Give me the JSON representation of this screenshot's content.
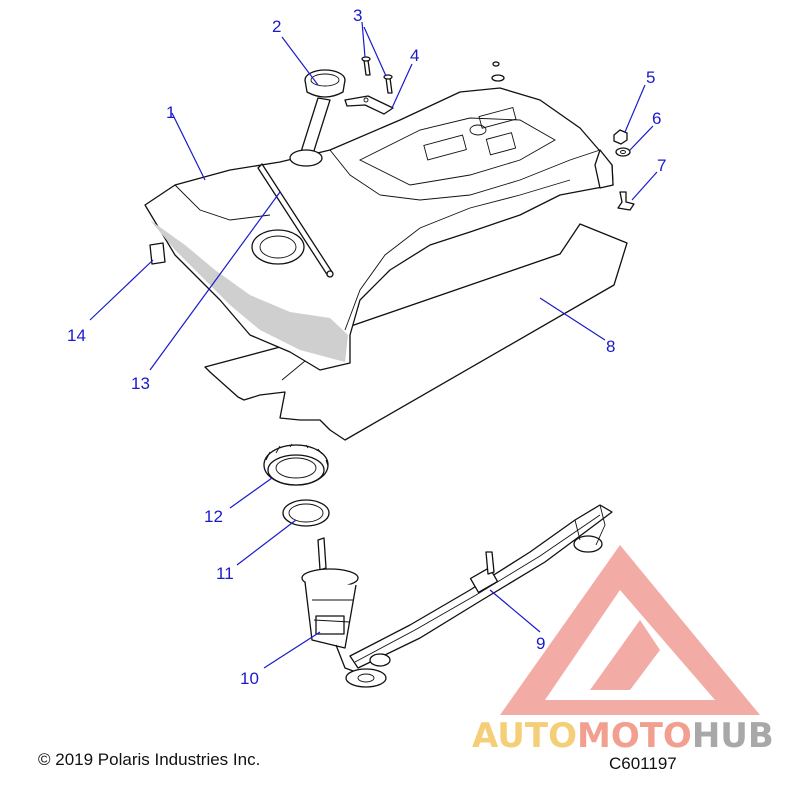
{
  "callouts": [
    "1",
    "2",
    "3",
    "4",
    "5",
    "6",
    "7",
    "8",
    "9",
    "10",
    "11",
    "12",
    "13",
    "14"
  ],
  "footer": {
    "copyright": "© 2019 Polaris Industries Inc.",
    "drawing_number": "C601197"
  },
  "watermark": {
    "part1": "AUTO",
    "part2": "MOTO",
    "part3": "HUB",
    "colors": {
      "logo_red": "#e85a4f",
      "auto": "#f2c04a",
      "moto": "#ef7f6a",
      "hub": "#8c8c8c"
    }
  },
  "colors": {
    "callout_blue": "#1a1acc",
    "line": "#111111"
  }
}
